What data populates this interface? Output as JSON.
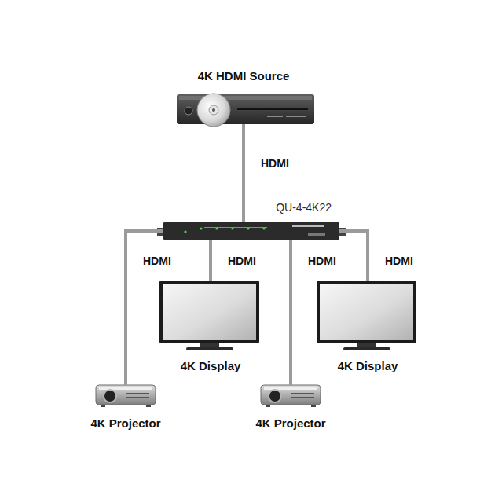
{
  "diagram": {
    "nodes": [
      {
        "text": [
          "4K HDMI Source"
        ]
      },
      {
        "text": [
          "QU-4-4K22"
        ]
      },
      {
        "text": [
          "4K Projector"
        ]
      },
      {
        "text": [
          "4K Display"
        ]
      },
      {
        "text": [
          "4K Projector"
        ]
      },
      {
        "text": [
          "4K Display"
        ]
      }
    ],
    "edges": [
      {
        "from": 0,
        "to": 1,
        "label": "HDMI",
        "arrow": "none"
      },
      {
        "from": 1,
        "to": 2,
        "label": "HDMI",
        "arrow": "none"
      },
      {
        "from": 1,
        "to": 3,
        "label": "HDMI",
        "arrow": "none"
      },
      {
        "from": 1,
        "to": 4,
        "label": "HDMI",
        "arrow": "none"
      },
      {
        "from": 1,
        "to": 5,
        "label": "HDMI",
        "arrow": "none"
      }
    ]
  }
}
